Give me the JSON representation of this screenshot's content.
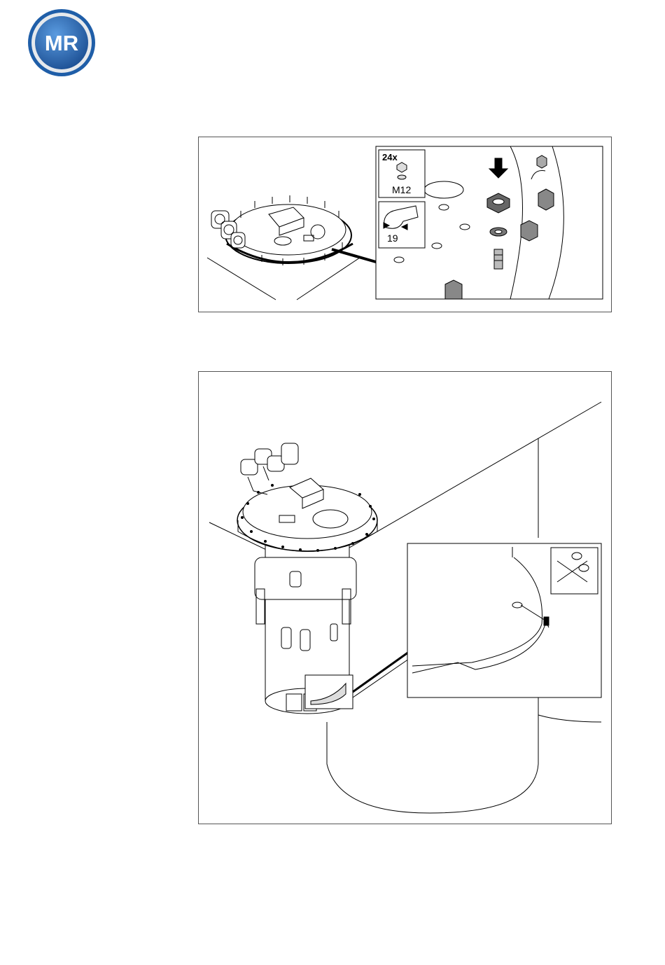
{
  "brand": {
    "logo_text": "MR",
    "colors": {
      "ring_outer": "#1f5ea8",
      "ring_silver": "#d9dde2",
      "center": "#2a6cb7"
    }
  },
  "figure_1": {
    "quantity_label": "24x",
    "bolt_size_label": "M12",
    "wrench_size_label": "19"
  },
  "figure_2": {}
}
